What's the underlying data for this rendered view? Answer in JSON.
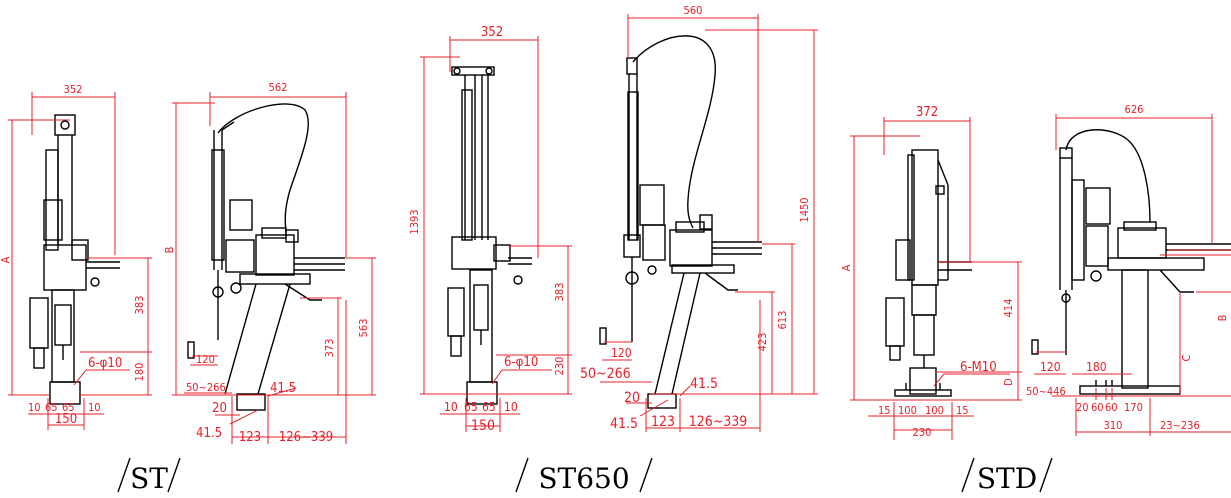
{
  "colors": {
    "dimension": "#e8202a",
    "machine": "#000000",
    "background": "#ffffff"
  },
  "models": {
    "st": "ST",
    "st650": "ST650",
    "std": "STD"
  },
  "st_front": {
    "width": "352",
    "height_label": "A",
    "d383": "383",
    "d180": "180",
    "hole": "6-φ10",
    "b10a": "10",
    "b65a": "65",
    "b65b": "65",
    "b10b": "10",
    "base": "150"
  },
  "st_side": {
    "width": "562",
    "height_label": "B",
    "d563": "563",
    "d373": "373",
    "d120": "120",
    "reach": "50~266",
    "d41a": "41.5",
    "d20": "20",
    "d41b": "41.5",
    "d123": "123",
    "arm": "126~339"
  },
  "st650_front": {
    "width": "352",
    "height": "1393",
    "d383": "383",
    "d230": "230",
    "hole": "6-φ10",
    "b10a": "10",
    "b65a": "65",
    "b65b": "65",
    "b10b": "10",
    "base": "150"
  },
  "st650_side": {
    "width": "560",
    "height": "1450",
    "d613": "613",
    "d423": "423",
    "d120": "120",
    "reach": "50~266",
    "d41a": "41.5",
    "d20": "20",
    "d41b": "41.5",
    "d123": "123",
    "arm": "126~339"
  },
  "std_front": {
    "width": "372",
    "height_label": "A",
    "d414": "414",
    "d_label": "D",
    "hole": "6-M10",
    "b15a": "15",
    "b100a": "100",
    "b100b": "100",
    "b15b": "15",
    "base": "230"
  },
  "std_side": {
    "width": "626",
    "height_label": "B",
    "c_label": "C",
    "d120": "120",
    "d180": "180",
    "reach": "50~446",
    "b20": "20",
    "b60a": "60",
    "b60b": "60",
    "b170": "170",
    "b310": "310",
    "arm": "23~236"
  }
}
